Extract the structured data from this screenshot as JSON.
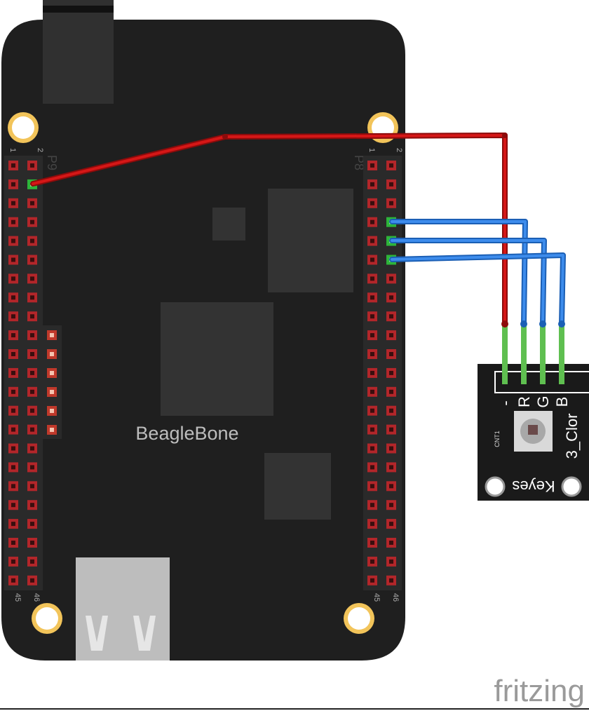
{
  "board": {
    "name": "BeagleBone",
    "header_left": {
      "name": "P9",
      "first_a": "1",
      "first_b": "2",
      "last_a": "45",
      "last_b": "46"
    },
    "header_right": {
      "name": "P8",
      "first_a": "1",
      "first_b": "2",
      "last_a": "45",
      "last_b": "46"
    },
    "pins_per_column": 23,
    "board_color": "#1f1f1f",
    "pin_color": "#b3262a",
    "connected_pin_color": "#2db53a"
  },
  "module": {
    "name": "3_Clor",
    "brand": "Keyes",
    "part_label": "CNT1",
    "pin_labels": [
      "-",
      "R",
      "G",
      "B"
    ],
    "board_color": "#1a1a1a"
  },
  "wires": {
    "ground_color": "#cc1111",
    "signal_color": "#2f7fe0",
    "lead_color": "#5fbf50"
  },
  "watermark": {
    "text": "fritzing",
    "color": "#9a9a9a"
  }
}
